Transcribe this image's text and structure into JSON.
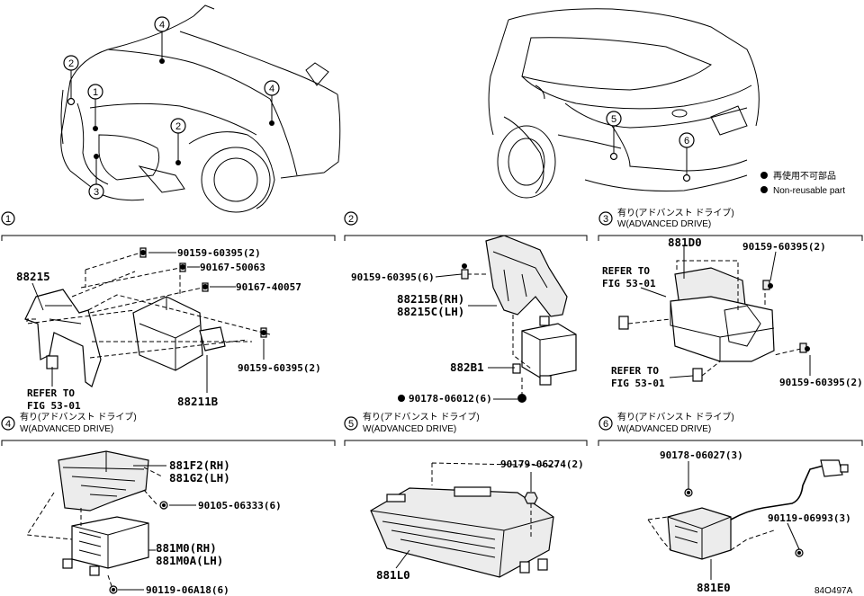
{
  "legend": {
    "ja": "再使用不可部品",
    "en": "Non-reusable part"
  },
  "car_callouts": {
    "front": [
      "4",
      "2",
      "1",
      "4",
      "2",
      "3"
    ],
    "rear": [
      "5",
      "6"
    ]
  },
  "sections": [
    {
      "num": "1",
      "ja": "",
      "en": "",
      "parts": [
        {
          "label": "88215"
        },
        {
          "label": "90159-60395(2)"
        },
        {
          "label": "90167-50063"
        },
        {
          "label": "90167-40057"
        },
        {
          "label": "90159-60395(2)"
        },
        {
          "label": "88211B"
        },
        {
          "label": "REFER TO"
        },
        {
          "label": "FIG 53-01"
        }
      ]
    },
    {
      "num": "2",
      "ja": "",
      "en": "",
      "parts": [
        {
          "label": "90159-60395(6)"
        },
        {
          "label": "88215B(RH)"
        },
        {
          "label": "88215C(LH)"
        },
        {
          "label": "882B1"
        },
        {
          "label": "90178-06012(6)",
          "nonreusable": true
        }
      ]
    },
    {
      "num": "3",
      "ja": "有り(アドバンスト ドライブ)",
      "en": "W(ADVANCED DRIVE)",
      "parts": [
        {
          "label": "881D0"
        },
        {
          "label": "90159-60395(2)"
        },
        {
          "label": "REFER TO"
        },
        {
          "label": "FIG 53-01"
        },
        {
          "label": "REFER TO"
        },
        {
          "label": "FIG 53-01"
        },
        {
          "label": "90159-60395(2)"
        }
      ]
    },
    {
      "num": "4",
      "ja": "有り(アドバンスト ドライブ)",
      "en": "W(ADVANCED DRIVE)",
      "parts": [
        {
          "label": "881F2(RH)"
        },
        {
          "label": "881G2(LH)"
        },
        {
          "label": "90105-06333(6)"
        },
        {
          "label": "881M0(RH)"
        },
        {
          "label": "881M0A(LH)"
        },
        {
          "label": "90119-06A18(6)"
        }
      ]
    },
    {
      "num": "5",
      "ja": "有り(アドバンスト ドライブ)",
      "en": "W(ADVANCED DRIVE)",
      "parts": [
        {
          "label": "90179-06274(2)"
        },
        {
          "label": "881L0"
        }
      ]
    },
    {
      "num": "6",
      "ja": "有り(アドバンスト ドライブ)",
      "en": "W(ADVANCED DRIVE)",
      "parts": [
        {
          "label": "90178-06027(3)"
        },
        {
          "label": "90119-06993(3)"
        },
        {
          "label": "881E0"
        }
      ]
    }
  ],
  "figure_id": "84O497A"
}
